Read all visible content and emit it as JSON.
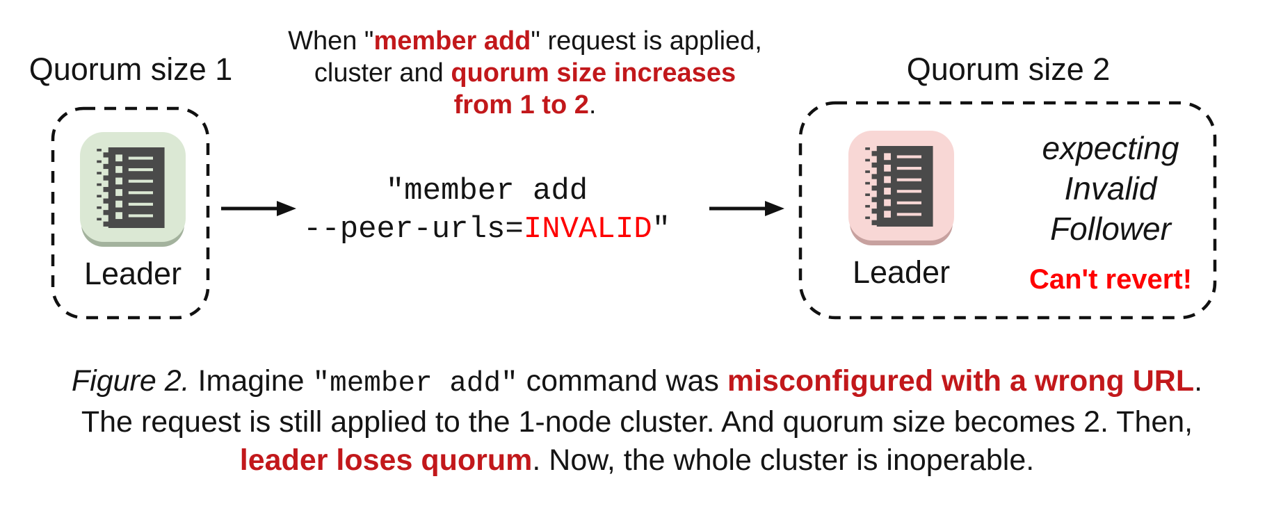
{
  "colors": {
    "dark_red_accent": "#c2181b",
    "bright_red_accent": "#fe0000",
    "tile_green": "#dbe8d4",
    "tile_green_rim": "#a3b29d",
    "tile_pink": "#f8d7d5",
    "tile_pink_rim": "#c7a19f",
    "icon_dark": "#4a4a4a",
    "text": "#141414",
    "background": "#ffffff"
  },
  "left_panel": {
    "title": "Quorum size 1",
    "node_label": "Leader",
    "node_icon": "ledger-icon"
  },
  "right_panel": {
    "title": "Quorum size 2",
    "node_label": "Leader",
    "node_icon": "ledger-icon",
    "expecting_lines": [
      "expecting",
      "Invalid",
      "Follower"
    ],
    "warning": "Can't revert!"
  },
  "top_note": {
    "line1_pre": "When \"",
    "line1_em": "member add",
    "line1_post": "\" request is applied,",
    "line2_pre": "cluster and ",
    "line2_em": "quorum size increases",
    "line3_em": "from 1 to 2",
    "line3_post": "."
  },
  "command": {
    "line1": "\"member add",
    "line2_pre": "--peer-urls=",
    "line2_em": "INVALID",
    "line2_post": "\""
  },
  "caption": {
    "figure_label": "Figure 2.",
    "seg1": " Imagine ",
    "code": "\"member add\"",
    "seg2": " command was ",
    "em1": "misconfigured with a wrong URL",
    "seg3": ".",
    "line2": "The request is still applied to the 1-node cluster. And quorum size becomes 2. Then,",
    "em2": "leader loses quorum",
    "seg4": ". Now, the whole cluster is inoperable."
  }
}
